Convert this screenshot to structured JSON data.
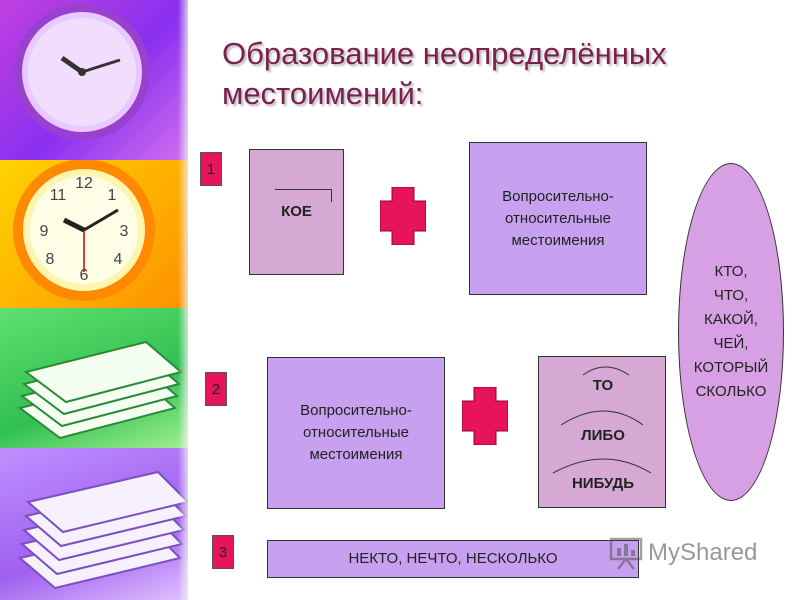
{
  "title": "Образование неопределённых местоимений:",
  "rows": [
    {
      "number": "1",
      "prefix": "КОЕ",
      "base": "Вопросительно-относительные местоимения"
    },
    {
      "number": "2",
      "base": "Вопросительно-относительные местоимения",
      "suffixes": [
        "ТО",
        "ЛИБО",
        "НИБУДЬ"
      ]
    },
    {
      "number": "3",
      "words": "НЕКТО, НЕЧТО, НЕСКОЛЬКО"
    }
  ],
  "pronouns": [
    "КТО,",
    "ЧТО,",
    "КАКОЙ,",
    "ЧЕЙ,",
    "КОТОРЫЙ",
    "СКОЛЬКО"
  ],
  "watermark": "MyShared",
  "icons": {
    "plus": "plus-sign",
    "clock": "clock-icon",
    "papers": "papers-icon"
  },
  "colors": {
    "title": "#7a1f4e",
    "accent": "#e8145a",
    "box_pink": "#d6a8d4",
    "box_violet": "#c8a0f0"
  }
}
